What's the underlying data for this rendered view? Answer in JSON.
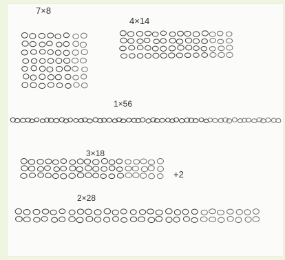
{
  "drawing": {
    "labels": {
      "a": "7×8",
      "b": "4×14",
      "c": "1×56",
      "d": "3×18",
      "e": "+2",
      "f": "2×28"
    },
    "groups": [
      {
        "name": "7x8-dots",
        "rows": 7,
        "cols": 8
      },
      {
        "name": "4x14-dots",
        "rows": 4,
        "cols": 14
      },
      {
        "name": "1x56-dots",
        "rows": 1,
        "cols": 56
      },
      {
        "name": "3x18-dots",
        "rows": 3,
        "cols": 18
      },
      {
        "name": "2x28-dots",
        "rows": 2,
        "cols": 28
      }
    ],
    "colors": {
      "background": "#eef6df",
      "paper": "#fbfbfa",
      "ink": "#3b3b3b"
    }
  }
}
